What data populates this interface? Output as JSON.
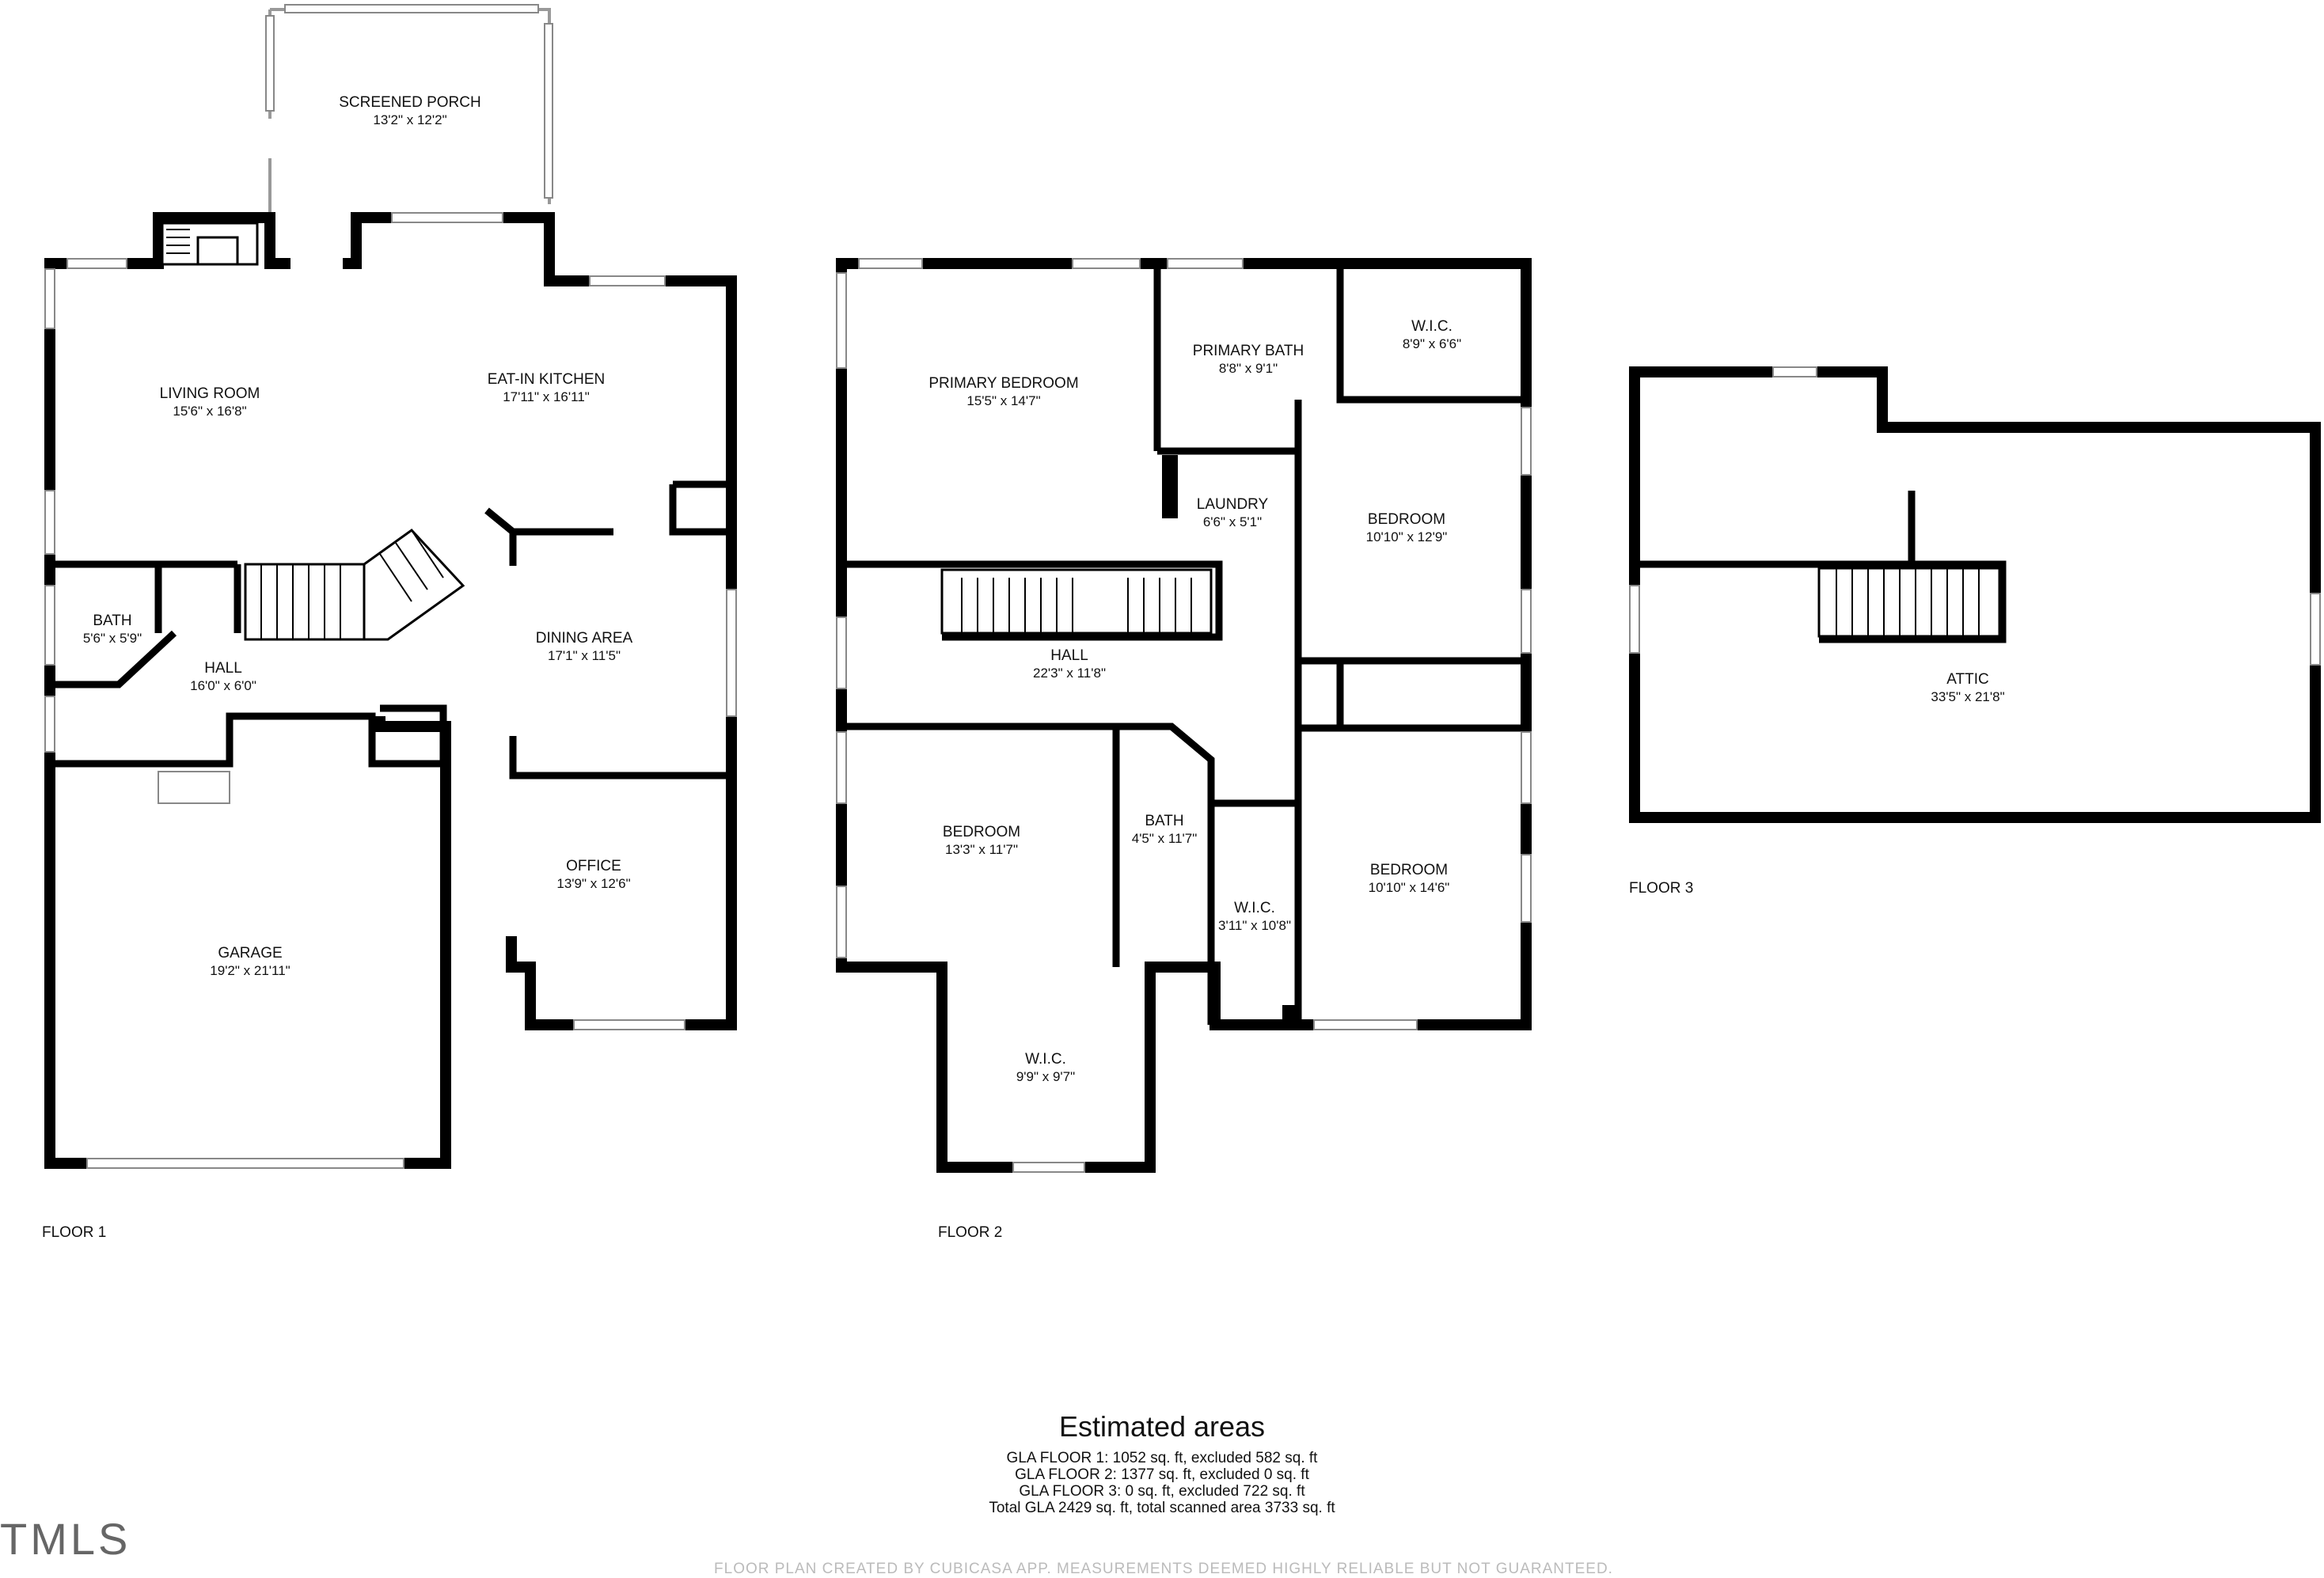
{
  "floors": [
    {
      "label": "FLOOR 1",
      "rooms": [
        {
          "name": "SCREENED PORCH",
          "dim": "13'2\" x 12'2\""
        },
        {
          "name": "LIVING ROOM",
          "dim": "15'6\" x 16'8\""
        },
        {
          "name": "EAT-IN KITCHEN",
          "dim": "17'11\" x 16'11\""
        },
        {
          "name": "BATH",
          "dim": "5'6\" x 5'9\""
        },
        {
          "name": "HALL",
          "dim": "16'0\" x 6'0\""
        },
        {
          "name": "DINING AREA",
          "dim": "17'1\" x 11'5\""
        },
        {
          "name": "OFFICE",
          "dim": "13'9\" x 12'6\""
        },
        {
          "name": "GARAGE",
          "dim": "19'2\" x 21'11\""
        }
      ]
    },
    {
      "label": "FLOOR 2",
      "rooms": [
        {
          "name": "PRIMARY BEDROOM",
          "dim": "15'5\" x 14'7\""
        },
        {
          "name": "PRIMARY BATH",
          "dim": "8'8\" x 9'1\""
        },
        {
          "name": "W.I.C.",
          "dim": "8'9\" x 6'6\""
        },
        {
          "name": "LAUNDRY",
          "dim": "6'6\" x 5'1\""
        },
        {
          "name": "BEDROOM",
          "dim": "10'10\" x 12'9\""
        },
        {
          "name": "HALL",
          "dim": "22'3\" x 11'8\""
        },
        {
          "name": "BEDROOM",
          "dim": "13'3\" x 11'7\""
        },
        {
          "name": "BATH",
          "dim": "4'5\" x 11'7\""
        },
        {
          "name": "W.I.C.",
          "dim": "3'11\" x 10'8\""
        },
        {
          "name": "BEDROOM",
          "dim": "10'10\" x 14'6\""
        },
        {
          "name": "W.I.C.",
          "dim": "9'9\" x 9'7\""
        }
      ]
    },
    {
      "label": "FLOOR 3",
      "rooms": [
        {
          "name": "ATTIC",
          "dim": "33'5\" x 21'8\""
        }
      ]
    }
  ],
  "areas": {
    "title": "Estimated areas",
    "lines": [
      "GLA FLOOR 1: 1052 sq. ft, excluded 582 sq. ft",
      "GLA FLOOR 2: 1377 sq. ft, excluded 0 sq. ft",
      "GLA FLOOR 3: 0 sq. ft, excluded 722 sq. ft",
      "Total GLA 2429 sq. ft, total scanned area 3733 sq. ft"
    ]
  },
  "logo": "TMLS",
  "disclaimer": "FLOOR PLAN CREATED BY CUBICASA APP. MEASUREMENTS DEEMED HIGHLY RELIABLE BUT NOT GUARANTEED."
}
